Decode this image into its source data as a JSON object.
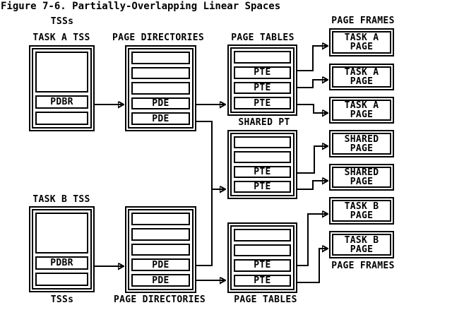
{
  "title": "Figure 7-6. Partially-Overlapping Linear Spaces",
  "labels": {
    "tsss_top": "TSSs",
    "task_a_tss": "TASK A TSS",
    "page_directories_top": "PAGE DIRECTORIES",
    "page_tables_top": "PAGE TABLES",
    "page_frames_top": "PAGE FRAMES",
    "shared_pt": "SHARED PT",
    "task_b_tss": "TASK B TSS",
    "tsss_bottom": "TSSs",
    "page_directories_bottom": "PAGE DIRECTORIES",
    "page_tables_bottom": "PAGE TABLES",
    "page_frames_bottom": "PAGE FRAMES"
  },
  "tss_a": {
    "rows": [
      "",
      "PDBR",
      ""
    ]
  },
  "tss_b": {
    "rows": [
      "",
      "PDBR",
      ""
    ]
  },
  "page_directory_a": {
    "rows": [
      "",
      "",
      "",
      "PDE",
      "PDE"
    ]
  },
  "page_directory_b": {
    "rows": [
      "",
      "",
      "",
      "PDE",
      "PDE"
    ]
  },
  "page_table_a": {
    "rows": [
      "",
      "PTE",
      "PTE",
      "PTE"
    ]
  },
  "shared_page_table": {
    "rows": [
      "",
      "",
      "PTE",
      "PTE"
    ]
  },
  "page_table_b": {
    "rows": [
      "",
      "",
      "PTE",
      "PTE"
    ]
  },
  "page_frames": [
    {
      "line1": "TASK A",
      "line2": "PAGE"
    },
    {
      "line1": "TASK A",
      "line2": "PAGE"
    },
    {
      "line1": "TASK A",
      "line2": "PAGE"
    },
    {
      "line1": "SHARED",
      "line2": "PAGE"
    },
    {
      "line1": "SHARED",
      "line2": "PAGE"
    },
    {
      "line1": "TASK B",
      "line2": "PAGE"
    },
    {
      "line1": "TASK B",
      "line2": "PAGE"
    }
  ],
  "colors": {
    "foreground": "#000000",
    "background": "#ffffff"
  }
}
